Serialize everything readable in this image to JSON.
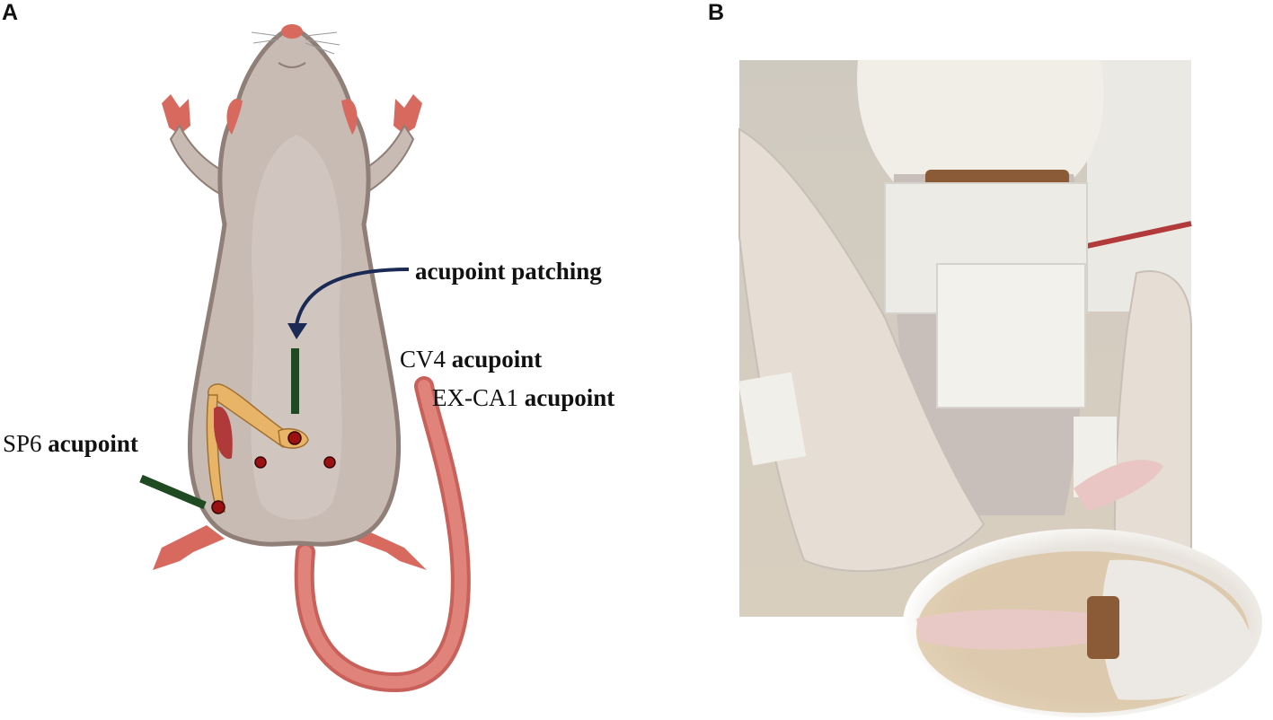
{
  "panels": {
    "a": {
      "letter": "A"
    },
    "b": {
      "letter": "B"
    }
  },
  "labels": {
    "patching": "acupoint patching",
    "cv4_name": "CV4",
    "cv4_suffix": "acupoint",
    "exca1_name": "EX-CA1",
    "exca1_suffix": "acupoint",
    "sp6_name": "SP6",
    "sp6_suffix": "acupoint"
  },
  "colors": {
    "rat_body": "#c8bbb4",
    "rat_outline": "#8f7f77",
    "skin_pink": "#d8695f",
    "marker_green": "#1f4a22",
    "acupoint_red": "#9b1111",
    "arrow_navy": "#1a2a55",
    "tape_white": "#ecebe6",
    "glove": "#e6ddd4"
  }
}
